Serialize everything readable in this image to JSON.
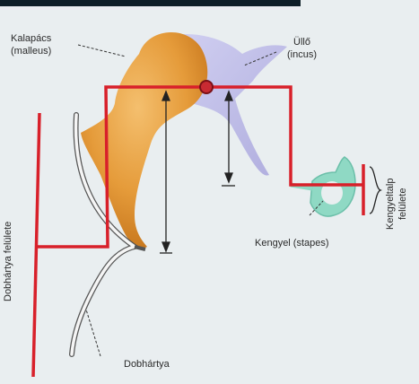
{
  "labels": {
    "malleus_line1": "Kalapács",
    "malleus_line2": "(malleus)",
    "incus_line1": "Üllő",
    "incus_line2": "(incus)",
    "eardrum_surface": "Dobhártya felülete",
    "stapes_footplate_line1": "Kengyeltalp",
    "stapes_footplate_line2": "felülete",
    "stapes": "Kengyel (stapes)",
    "eardrum": "Dobhártya"
  },
  "colors": {
    "lever": "#d8202a",
    "malleus": "#e59b3a",
    "incus": "#b9b7e6",
    "stapes": "#8fd9c4",
    "background": "#e9eef0",
    "top_band": "#0d1f27"
  }
}
